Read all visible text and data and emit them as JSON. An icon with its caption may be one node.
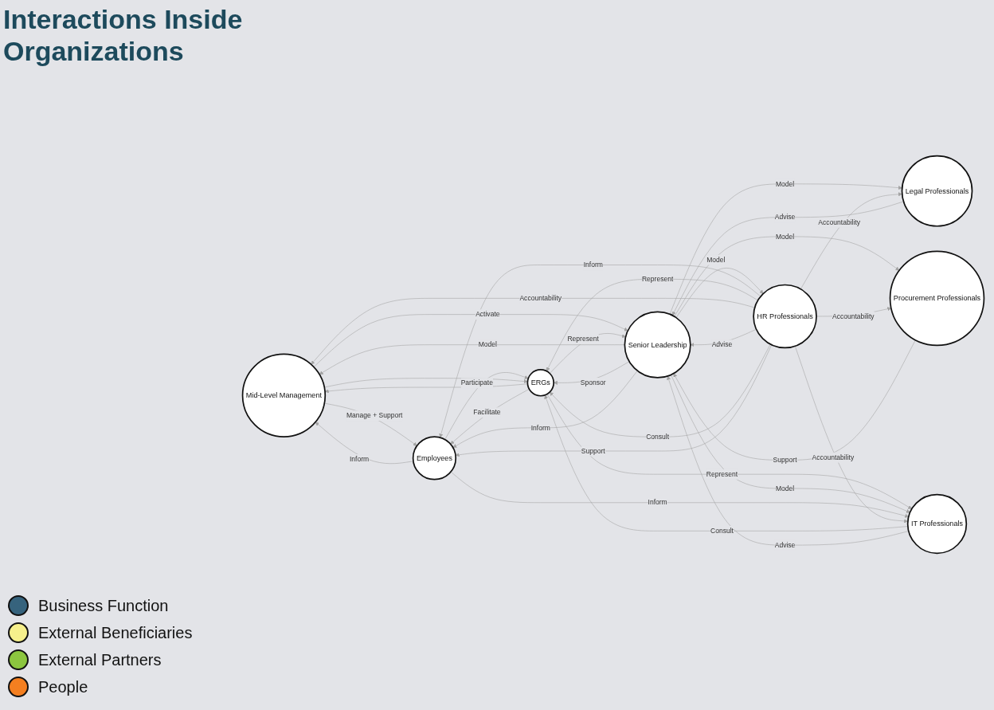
{
  "diagram": {
    "title": "Interactions Inside Organizations",
    "nodes": [
      {
        "text": [
          "Mid-Level Management"
        ]
      },
      {
        "text": [
          "Legal Professionals"
        ]
      },
      {
        "text": [
          "Employees"
        ]
      },
      {
        "text": [
          "ERGs"
        ]
      },
      {
        "text": [
          "Senior Leadership"
        ]
      },
      {
        "text": [
          "HR Professionals"
        ]
      },
      {
        "text": [
          "IT Professionals"
        ]
      },
      {
        "text": [
          "Procurement Professionals"
        ]
      }
    ],
    "edges": [
      {
        "from": 5,
        "to": 2,
        "arrow": "to",
        "label": "Inform"
      },
      {
        "from": 5,
        "to": 3,
        "arrow": "to",
        "label": "Represent"
      },
      {
        "from": 5,
        "to": 0,
        "arrow": "to",
        "label": "Accountability"
      },
      {
        "from": 2,
        "to": 0,
        "arrow": "to",
        "label": "Inform"
      },
      {
        "from": 0,
        "to": 2,
        "arrow": "to",
        "label": "Manage + Support"
      },
      {
        "from": 2,
        "to": 3,
        "arrow": "to",
        "label": "Participate"
      },
      {
        "from": 3,
        "to": 0,
        "arrow": "to"
      },
      {
        "from": 0,
        "to": 3,
        "arrow": "to"
      },
      {
        "from": 0,
        "to": 4,
        "arrow": "to",
        "label": "Activate"
      },
      {
        "from": 4,
        "to": 0,
        "arrow": "to",
        "label": "Model"
      },
      {
        "from": 4,
        "to": 1,
        "arrow": "to",
        "label": "Model"
      },
      {
        "from": 1,
        "to": 4,
        "arrow": "to",
        "label": "Advise"
      },
      {
        "from": 5,
        "to": 1,
        "arrow": "to",
        "label": "Accountability"
      },
      {
        "from": 3,
        "to": 4,
        "arrow": "to",
        "label": "Represent"
      },
      {
        "from": 4,
        "to": 3,
        "arrow": "to",
        "label": "Sponsor"
      },
      {
        "from": 4,
        "to": 5,
        "arrow": "to",
        "label": "Model"
      },
      {
        "from": 5,
        "to": 4,
        "arrow": "to",
        "label": "Advise"
      },
      {
        "from": 3,
        "to": 2,
        "arrow": "to",
        "label": "Facilitate"
      },
      {
        "from": 6,
        "to": 3,
        "arrow": "to",
        "label": "Consult"
      },
      {
        "from": 3,
        "to": 6,
        "arrow": "to",
        "label": "Represent"
      },
      {
        "from": 6,
        "to": 4,
        "arrow": "to",
        "label": "Advise"
      },
      {
        "from": 4,
        "to": 6,
        "arrow": "to",
        "label": "Model"
      },
      {
        "from": 4,
        "to": 7,
        "arrow": "to",
        "label": "Model"
      },
      {
        "from": 7,
        "to": 4,
        "arrow": "to",
        "label": "Support"
      },
      {
        "from": 5,
        "to": 7,
        "arrow": "to",
        "label": "Accountability"
      },
      {
        "from": 2,
        "to": 6,
        "arrow": "to",
        "label": "Inform"
      },
      {
        "from": 4,
        "to": 2,
        "arrow": "to",
        "label": "Inform"
      },
      {
        "from": 5,
        "to": 6,
        "arrow": "to",
        "label": "Accountability"
      },
      {
        "from": 5,
        "to": 3,
        "arrow": "to",
        "label": "Consult"
      },
      {
        "from": 5,
        "to": 2,
        "arrow": "to",
        "label": "Support"
      }
    ],
    "legend": [
      {
        "text": "Business Function",
        "color": "#36637d"
      },
      {
        "text": "External Beneficiaries",
        "color": "#f6f08c"
      },
      {
        "text": "External Partners",
        "color": "#8cc63f"
      },
      {
        "text": "People",
        "color": "#f47f20"
      }
    ]
  }
}
